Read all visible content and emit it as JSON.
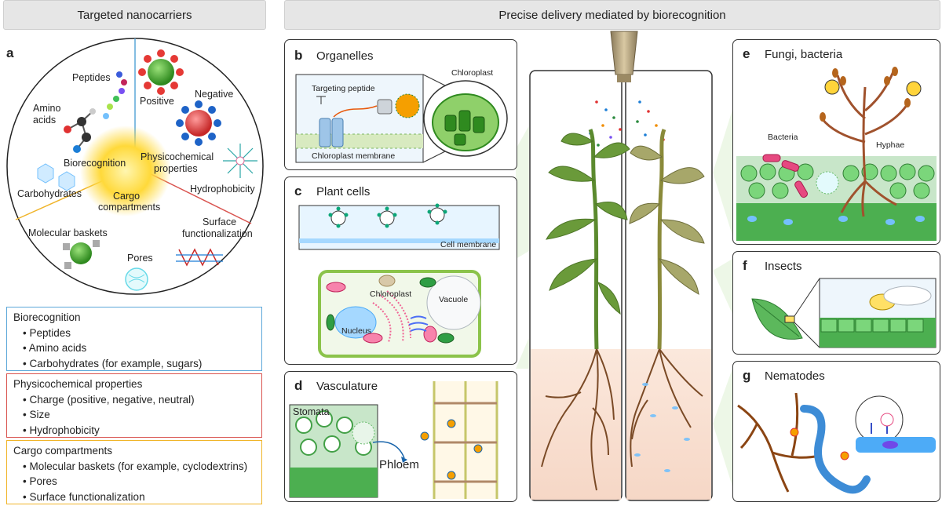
{
  "headers": {
    "left": "Targeted nanocarriers",
    "right": "Precise delivery mediated by biorecognition"
  },
  "panel_a": {
    "label": "a",
    "labels": {
      "peptides": "Peptides",
      "amino": "Amino",
      "acids": "acids",
      "positive": "Positive",
      "negative": "Negative",
      "biorecognition": "Biorecognition",
      "physico1": "Physicochemical",
      "physico2": "properties",
      "carbohydrates": "Carbohydrates",
      "hydrophobicity": "Hydrophobicity",
      "cargo1": "Cargo",
      "cargo2": "compartments",
      "surface1": "Surface",
      "surface2": "functionalization",
      "baskets": "Molecular baskets",
      "pores": "Pores"
    }
  },
  "legend": {
    "bio": {
      "title": "Biorecognition",
      "items": [
        "Peptides",
        "Amino acids",
        "Carbohydrates (for example, sugars)"
      ]
    },
    "phys": {
      "title": "Physicochemical properties",
      "items": [
        "Charge (positive, negative, neutral)",
        "Size",
        "Hydrophobicity"
      ]
    },
    "cargo": {
      "title": "Cargo compartments",
      "items": [
        "Molecular baskets (for example, cyclodextrins)",
        "Pores",
        "Surface functionalization"
      ]
    }
  },
  "panel_b": {
    "label": "b",
    "title": "Organelles",
    "targeting_peptide": "Targeting peptide",
    "chloroplast": "Chloroplast",
    "membrane": "Chloroplast membrane"
  },
  "panel_c": {
    "label": "c",
    "title": "Plant cells",
    "cell_membrane": "Cell membrane",
    "chloroplast": "Chloroplast",
    "vacuole": "Vacuole",
    "nucleus": "Nucleus"
  },
  "panel_d": {
    "label": "d",
    "title": "Vasculature",
    "stomata": "Stomata",
    "phloem": "Phloem"
  },
  "panel_e": {
    "label": "e",
    "title": "Fungi, bacteria",
    "bacteria": "Bacteria",
    "hyphae": "Hyphae"
  },
  "panel_f": {
    "label": "f",
    "title": "Insects"
  },
  "panel_g": {
    "label": "g",
    "title": "Nematodes"
  },
  "colors": {
    "bio": "#5ba7d9",
    "phys": "#d9534f",
    "cargo": "#f0b429",
    "leaf": "#6a9a3a",
    "cellgreen": "#5cbf5c"
  }
}
